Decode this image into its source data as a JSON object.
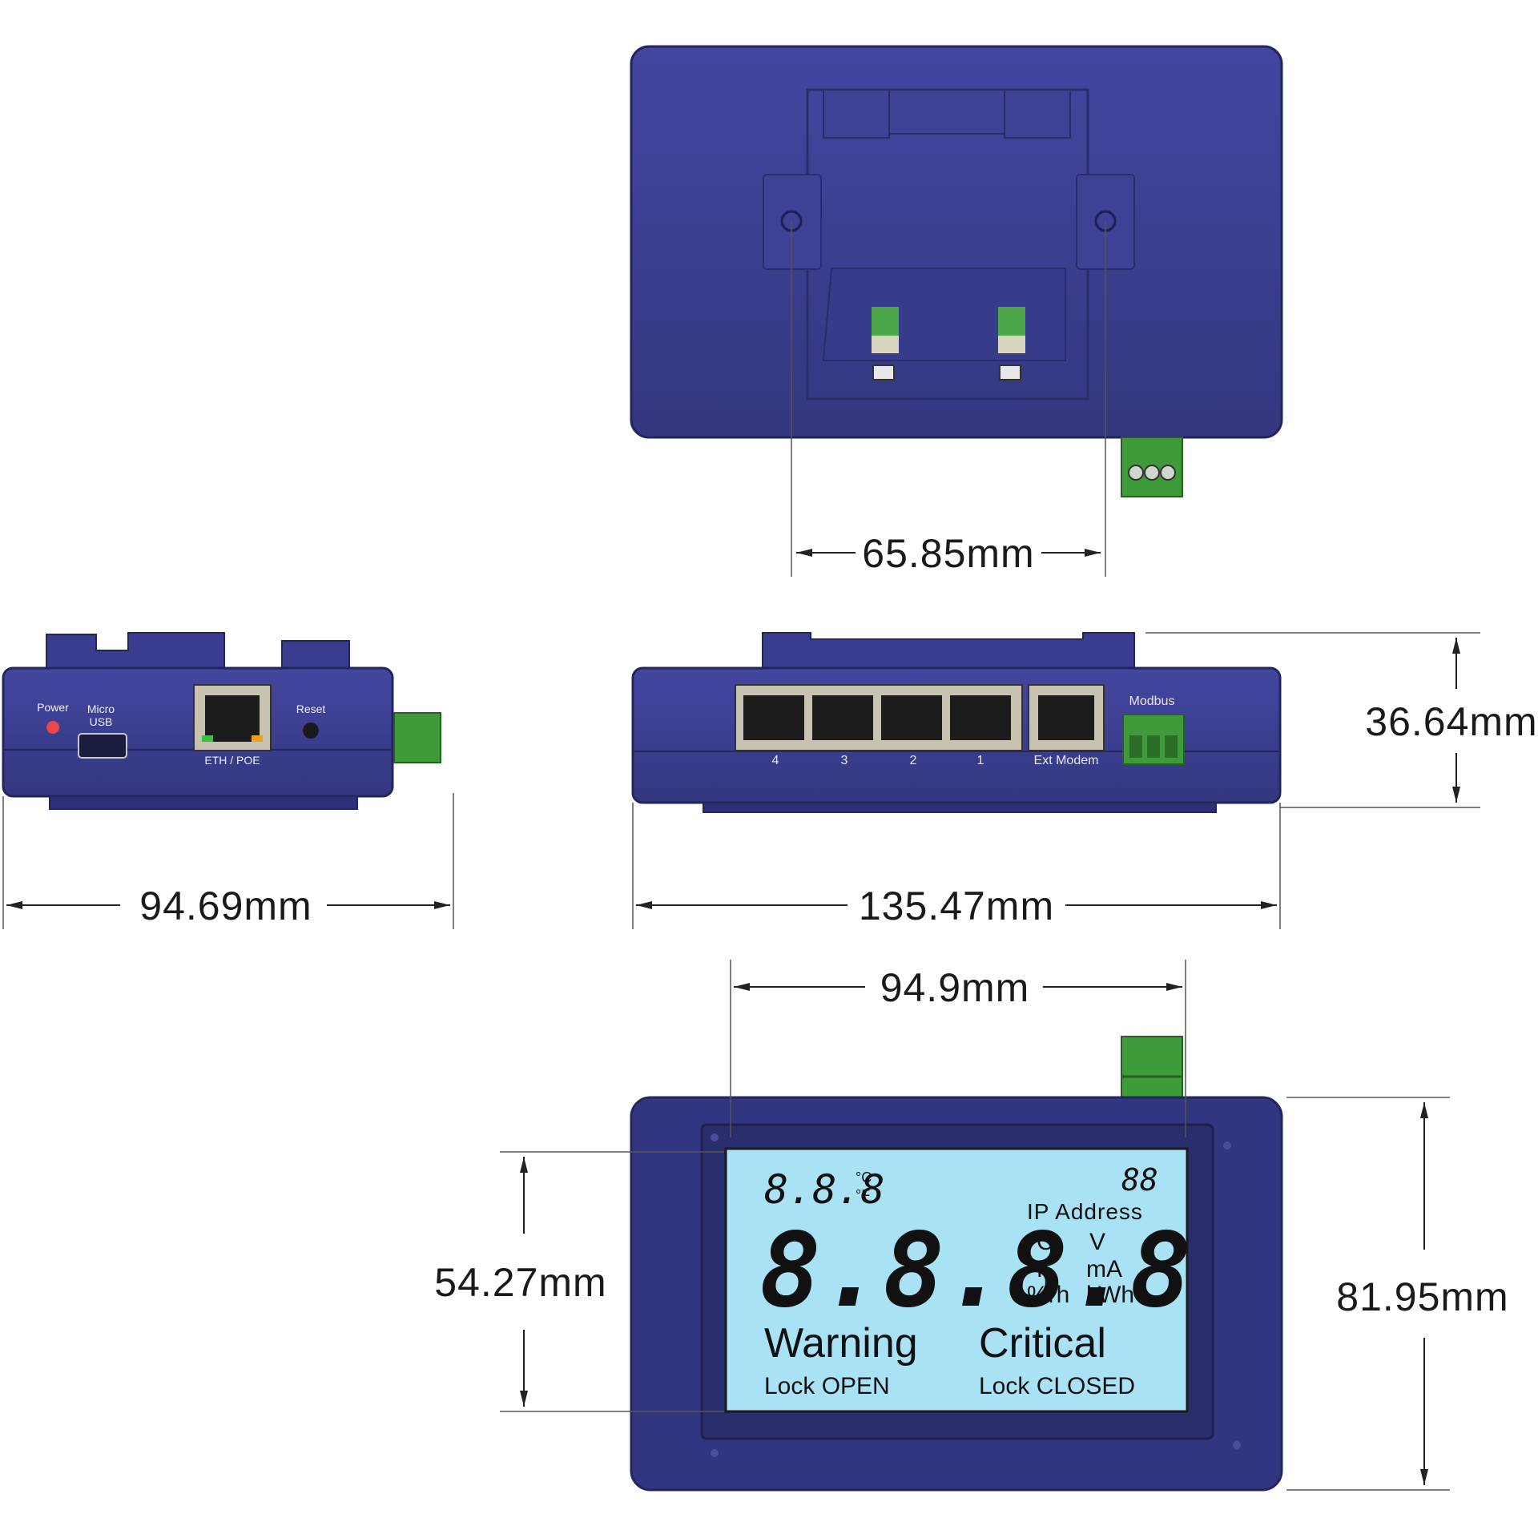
{
  "dimensions": {
    "mount_hole_spacing": "65.85mm",
    "side_depth": "94.69mm",
    "height": "36.64mm",
    "width": "135.47mm",
    "bezel_width": "94.9mm",
    "screen_height": "54.27mm",
    "front_height": "81.95mm"
  },
  "side_view": {
    "power_label": "Power",
    "usb_label_1": "Micro",
    "usb_label_2": "USB",
    "eth_label": "ETH / POE",
    "reset_label": "Reset"
  },
  "rear_view": {
    "port_labels": [
      "4",
      "3",
      "2",
      "1"
    ],
    "modem_label": "Ext Modem",
    "modbus_label": "Modbus"
  },
  "lcd": {
    "small_digits": "8.8.8",
    "unit_c": "°C",
    "unit_f": "°F",
    "corner_digits": "88",
    "ip_label": "IP Address",
    "big_digits": "8.8.8.8",
    "unit_col1": [
      "°C",
      "°F",
      "%rh"
    ],
    "unit_col2": [
      "V",
      "mA",
      "kWh"
    ],
    "warning": "Warning",
    "lock_open": "Lock OPEN",
    "critical": "Critical",
    "lock_closed": "Lock CLOSED"
  },
  "colors": {
    "housing": "#3a3d8f",
    "housing_dark": "#2b2e73",
    "lcd_screen": "#a9e2f5",
    "terminal_green": "#3f9a3a",
    "dimension_line": "#222222"
  }
}
